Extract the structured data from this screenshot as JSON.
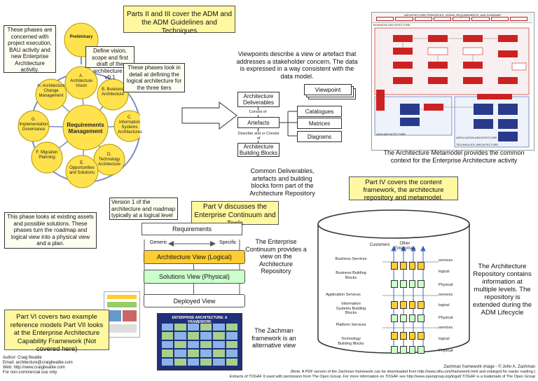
{
  "header": {
    "parts_2_3": "Parts II and III cover the ADM and the ADM Guidelines and Techniques"
  },
  "adm": {
    "center": "Requirements Management",
    "phases": [
      {
        "id": "preliminary",
        "label": "Preliminary"
      },
      {
        "id": "a",
        "label": "A. Architecture Vision"
      },
      {
        "id": "b",
        "label": "B. Business Architecture"
      },
      {
        "id": "c",
        "label": "C. Information Systems Architectures"
      },
      {
        "id": "d",
        "label": "D. Technology Architecture"
      },
      {
        "id": "e",
        "label": "E. Opportunities and Solutions"
      },
      {
        "id": "f",
        "label": "F. Migration Planning"
      },
      {
        "id": "g",
        "label": "G. Implementation Governance"
      },
      {
        "id": "h",
        "label": "H. Architecture Change Management"
      }
    ]
  },
  "notes": {
    "phases_gh": "These phases are concerned with project execution, BAU activity and new Enterprise Architecture activity.",
    "define_vision": "Define vision, scope and first draft of the architecture – v0.1",
    "logical_arch": "These phases look in detail at defining the logical architecture for the three tiers",
    "solutions_phase": "This phase looks at existing assets and possible solutions. These phases turn the roadmap and logical view into a physical view and a plan.",
    "version1": "Version 1 of the architecture and roadmap typically at a logical level"
  },
  "metamodel": {
    "viewpoints_text": "Viewpoints describe a view or artefact that addresses a stakeholder concern. The data is expressed in a way consistent with the data model.",
    "viewpoint": "Viewpoint",
    "arch_deliverables": "Architecture Deliverables",
    "consist_of": "Consist of",
    "artefacts": "Artefacts",
    "describe_or_consist": "Describe and or Consist of",
    "arch_building_blocks": "Architecture Building Blocks",
    "catalogues": "Catalogues",
    "matrices": "Matrices",
    "diagrams": "Diagrams",
    "metamodel_caption": "The Architecture Metamodel provides the common context for the Enterprise Architecture activity",
    "common_deliverables": "Common Deliverables, artefacts and building blocks form part of the Architecture Repository",
    "part4": "Part IV covers the content framework, the architecture repository and metamodel.",
    "thumb_title": "ARCHITECTURE PRINCIPLES, VISION, REQUIREMENTS, AND ROADMAP",
    "thumb_business": "BUSINESS ARCHITECTURE",
    "thumb_data": "DATA ARCHITECTURE",
    "thumb_app": "APPLICATION ARCHITECTURE",
    "thumb_tech": "TECHNOLOGY ARCHITECTURE"
  },
  "continuum": {
    "part5": "Part V discusses the Enterprise Continuum and Tools",
    "requirements": "Requirements",
    "generic": "Generic",
    "specific": "Specific",
    "logical": "Architecture View (Logical)",
    "physical": "Solutions View (Physical)",
    "deployed": "Deployed View",
    "enterprise_continuum": "The Enterprise Continuum provides a view on the Architecture Repository",
    "zachman_text": "The Zachman framework is an alternative view"
  },
  "repository": {
    "customers": "Customers",
    "other_enterprises": "Other Enterprises",
    "right_text": "The Architecture Repository contains information at multiple levels. The repository is extended during the ADM Lifecycle",
    "left_labels": [
      "Business Services",
      "Business Building Blocks",
      "Application Services",
      "Information Systems Building Blocks",
      "Platform Services",
      "Technology Building Blocks"
    ],
    "right_labels": [
      "services",
      "logical",
      "Physical",
      "services",
      "logical",
      "Physical",
      "services",
      "logical",
      "Physical"
    ]
  },
  "part6": {
    "text": "Part VI covers two example reference models Part VII looks at the Enterprise Architecture Capability Framework (Not covered here)",
    "thumb_title": "ENTERPRISE ARCHITECTURE: A FRAMEWORK"
  },
  "footer": {
    "author": "Author: Craig Beattie",
    "email": "Email: architecture@craigbeattie.com",
    "web": "Web: http://www.craigbeattie.com",
    "license": "For non-commercial use only",
    "zachman_credit": "Zachman framework image - © John A. Zachman",
    "pdf_note": "(Note: A PDF version of the Zachman framework can be downloaded from http://www.zifa.com/framework.html and enlarged for easier reading.)",
    "togaf_credit": "Extracts of TOGAF 9 used with permission from The Open Group. For more information on TOGAF see http://www.opengroup.org/togaf/ TOGAF is a trademark of The Open Group"
  },
  "colors": {
    "phase_yellow": "#ffe24d",
    "note_yellow": "#fff8a0",
    "logical_orange": "#ffcc33",
    "physical_green": "#ccffcc",
    "metamodel_red": "#cc2222"
  }
}
